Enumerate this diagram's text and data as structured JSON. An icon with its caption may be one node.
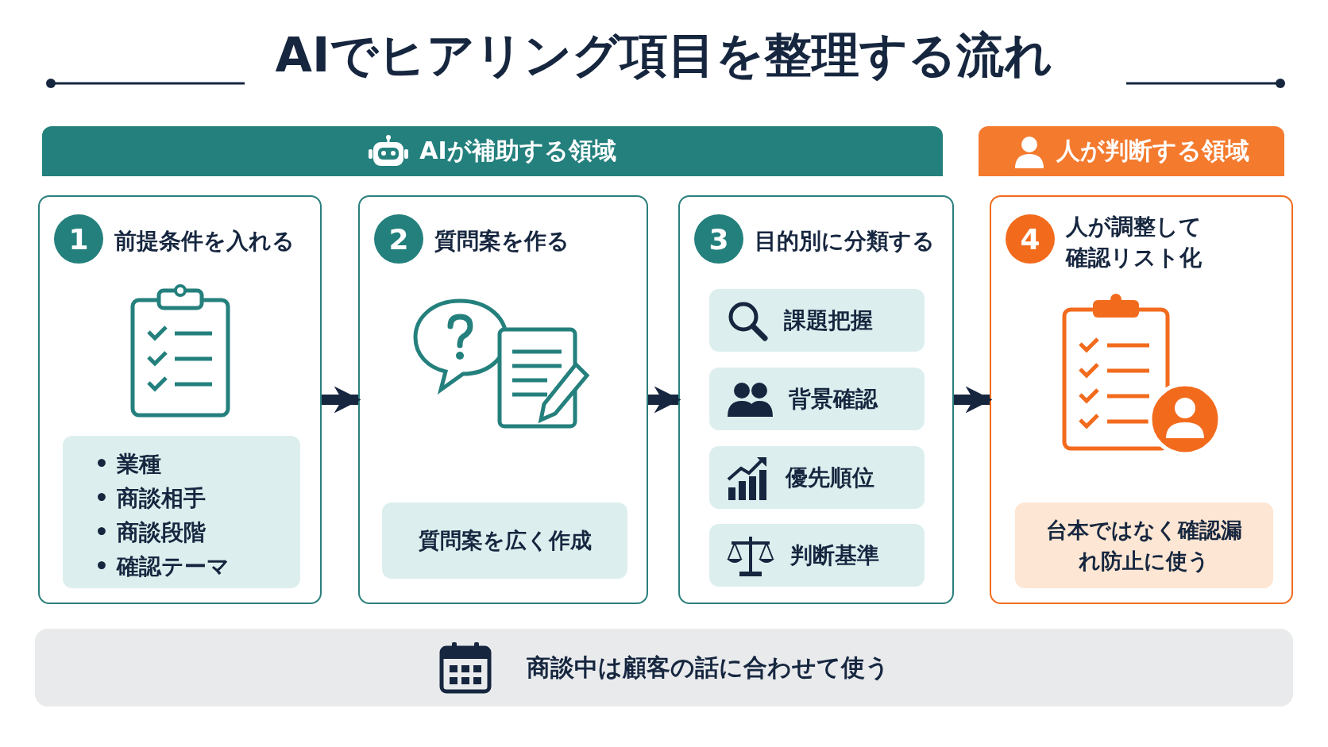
{
  "diagram": {
    "title": "AIでヒアリング項目を整理する流れ",
    "nodes": [
      {
        "text": [
          "AIが補助する領域"
        ]
      },
      {
        "text": [
          "人が判断する領域"
        ]
      },
      {
        "text": [
          "1",
          "前提条件を入れる"
        ]
      },
      {
        "text": [
          "• 業種",
          "• 商談相手",
          "• 商談段階",
          "• 確認テーマ"
        ],
        "in": 2
      },
      {
        "text": [
          "2",
          "質問案を作る"
        ]
      },
      {
        "text": [
          "質問案を広く作成"
        ],
        "in": 4
      },
      {
        "text": [
          "3",
          "目的別に分類する"
        ]
      },
      {
        "text": [
          "課題把握"
        ],
        "in": 6
      },
      {
        "text": [
          "背景確認"
        ],
        "in": 6
      },
      {
        "text": [
          "優先順位"
        ],
        "in": 6
      },
      {
        "text": [
          "判断基準"
        ],
        "in": 6
      },
      {
        "text": [
          "4",
          "人が調整して確認リスト化"
        ]
      },
      {
        "text": [
          "台本ではなく確認漏れ防止に使う"
        ],
        "in": 11
      },
      {
        "text": [
          "商談中は顧客の話に合わせて使う"
        ]
      }
    ],
    "edges": [
      {
        "from": 2,
        "to": 4,
        "arrow": "to"
      },
      {
        "from": 4,
        "to": 6,
        "arrow": "to"
      },
      {
        "from": 6,
        "to": 11,
        "arrow": "to"
      }
    ]
  }
}
